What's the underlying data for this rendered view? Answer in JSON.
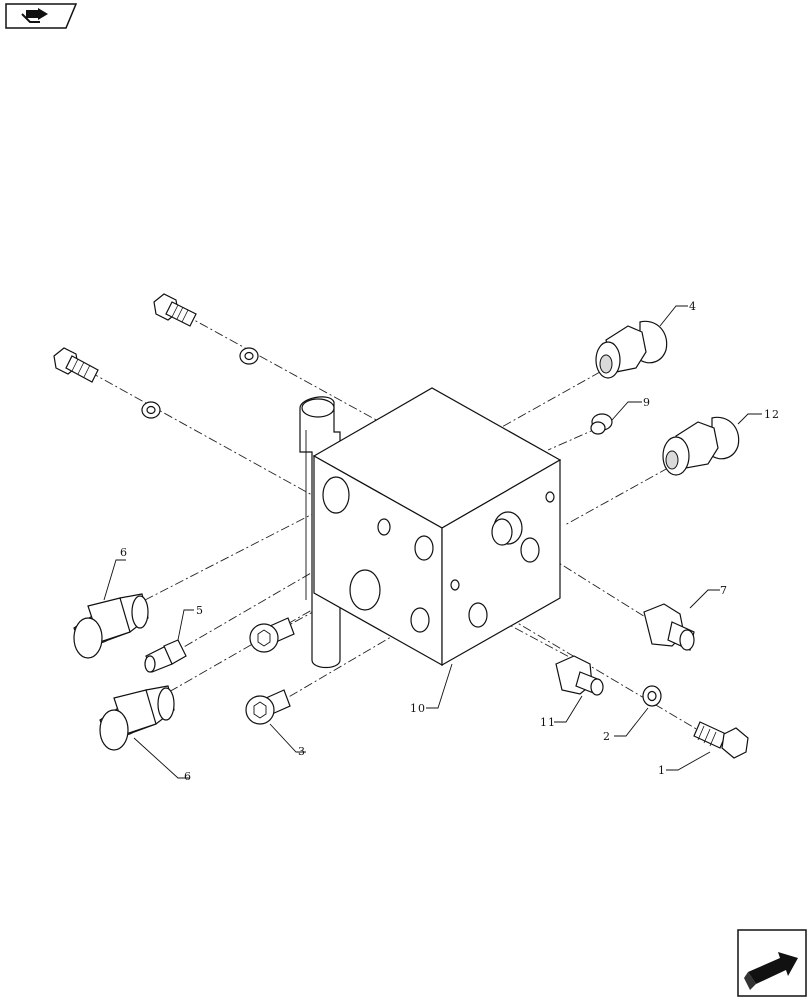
{
  "callouts": {
    "c1": "1",
    "c2": "2",
    "c3": "3",
    "c4": "4",
    "c5": "5",
    "c6a": "6",
    "c6b": "6",
    "c7": "7",
    "c9": "9",
    "c10": "10",
    "c11": "11",
    "c12": "12"
  },
  "icons": {
    "top_left": "previous-page-icon",
    "bottom_right": "next-page-icon"
  }
}
